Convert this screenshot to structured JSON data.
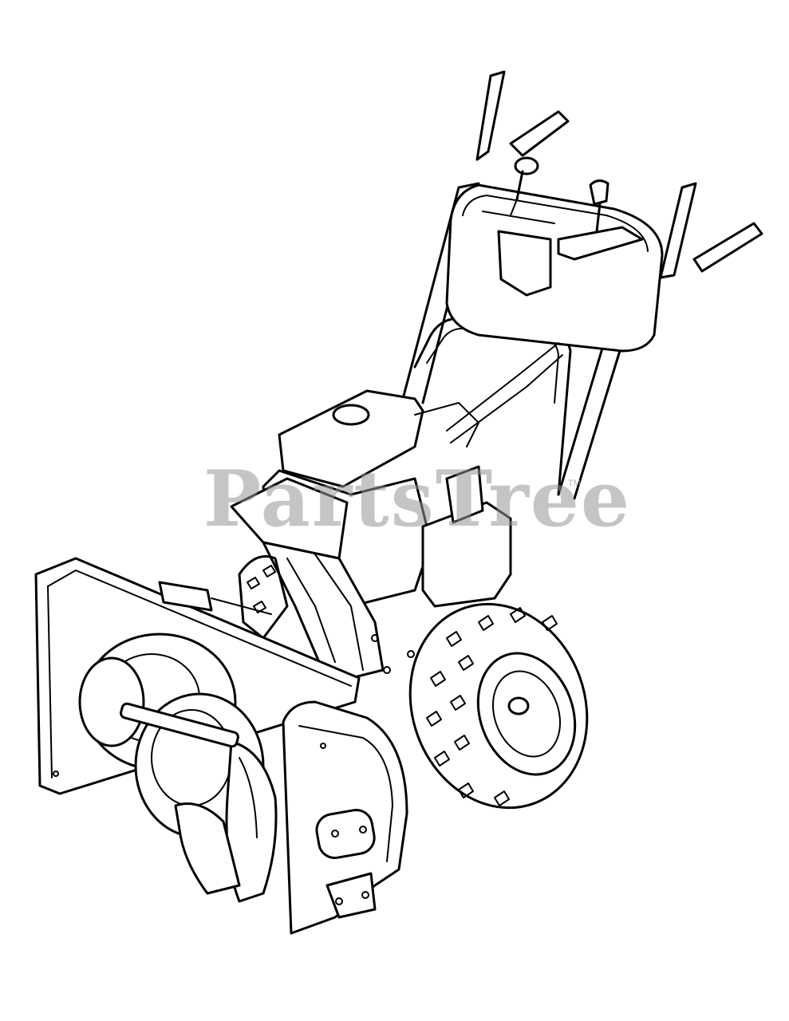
{
  "watermark": {
    "text": "PartsTree",
    "trademark": "TM"
  },
  "illustration": {
    "icon": "snow-blower-line-drawing"
  }
}
